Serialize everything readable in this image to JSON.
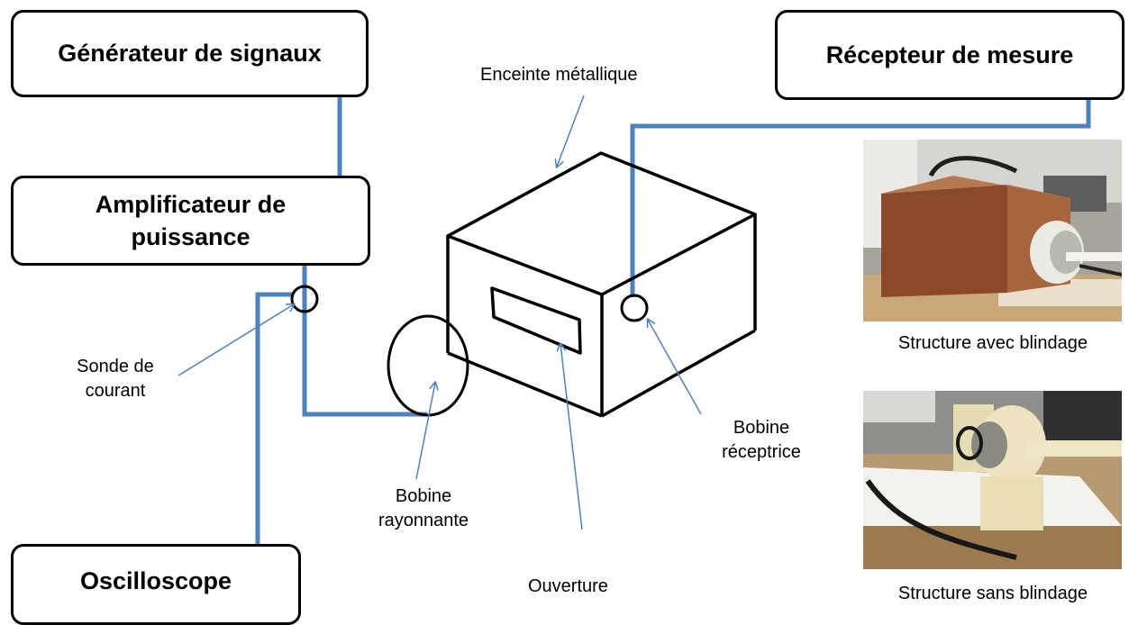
{
  "boxes": {
    "generator": "Générateur de signaux",
    "amplifier_line1": "Amplificateur de",
    "amplifier_line2": "puissance",
    "receiver": "Récepteur de mesure",
    "oscilloscope": "Oscilloscope"
  },
  "labels": {
    "enclosure": "Enceinte métallique",
    "current_probe_line1": "Sonde de",
    "current_probe_line2": "courant",
    "radiating_coil_line1": "Bobine",
    "radiating_coil_line2": "rayonnante",
    "aperture": "Ouverture",
    "receiving_coil_line1": "Bobine",
    "receiving_coil_line2": "réceptrice"
  },
  "photos": {
    "with_shield_caption": "Structure avec blindage",
    "without_shield_caption": "Structure sans blindage"
  },
  "colors": {
    "cable": "#4f81bd",
    "pointer": "#4f81bd",
    "outline": "#000000",
    "copper": "#9a5a33"
  }
}
